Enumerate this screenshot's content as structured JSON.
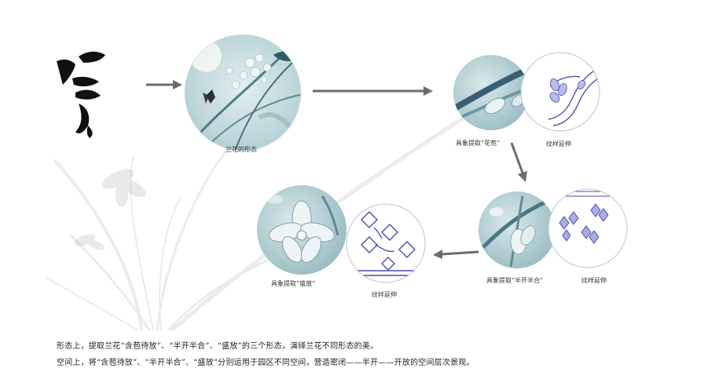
{
  "calligraphy": "兰",
  "captions": {
    "orchid_form": "兰花的形态",
    "bud_extract": "具象提取“花苞”",
    "half_extract": "具象提取“半开半合”",
    "bloom_extract": "具象提取“盛放”",
    "pattern_1": "纹样延伸",
    "pattern_2": "纹样延伸",
    "pattern_3": "纹样延伸"
  },
  "description": {
    "line1": "形态上，提取兰花“含苞待放”、“半开半合”、“盛放”的三个形态，演绎兰花不同形态的美。",
    "line2": "空间上，将“含苞待放”、“半开半合”、“盛放”分别运用于园区不同空间，营造密闭——半开——开放的空间层次景观。"
  },
  "colors": {
    "teal_bg": "#c6dde0",
    "teal_dark": "#6f9aa3",
    "pattern_blue": "#4a4fb0",
    "arrow": "#6b6b6b"
  }
}
